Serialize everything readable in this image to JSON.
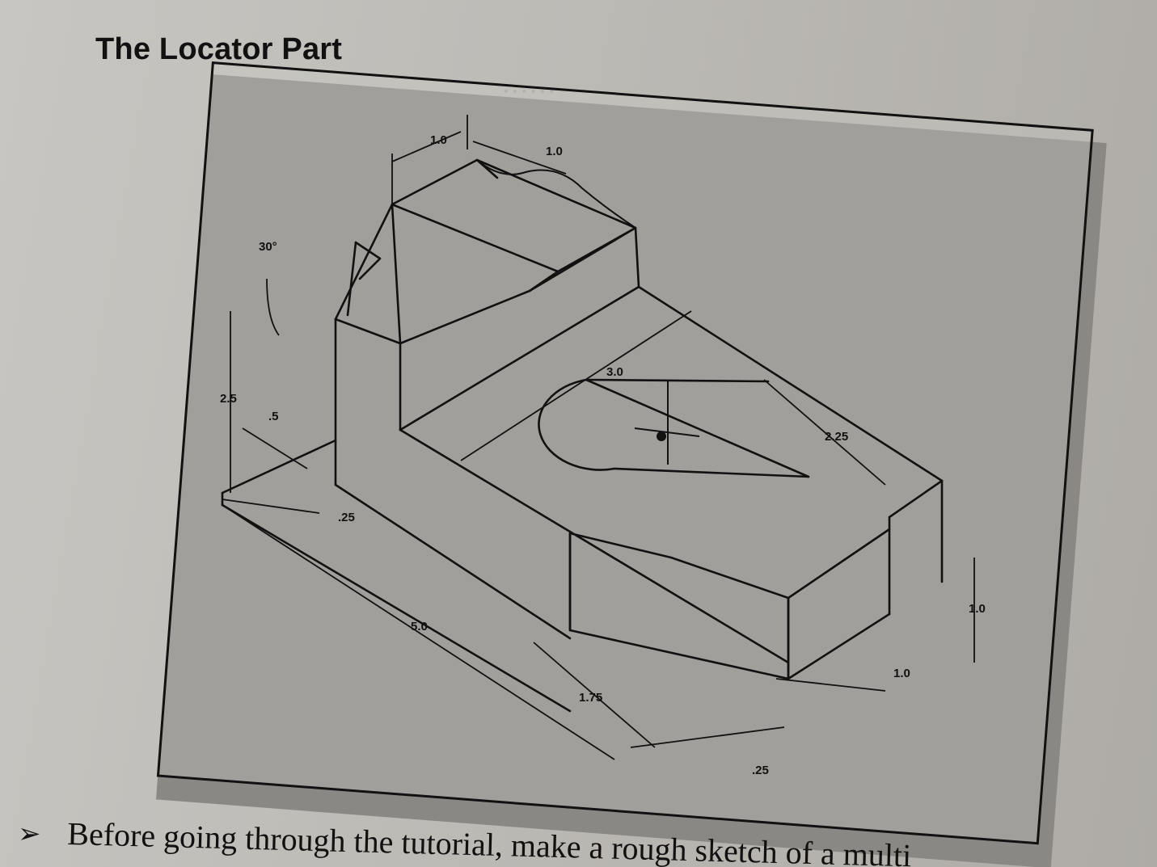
{
  "page": {
    "heading": "The Locator Part",
    "bullet_symbol": "➢",
    "bottom_text": "Before going through the tutorial, make a rough sketch of a multi"
  },
  "drawing": {
    "dimensions": {
      "top_width": "1.0",
      "top_depth": "1.0",
      "angle": "30°",
      "height_total": "2.5",
      "step_height": ".5",
      "base_thickness_left": ".25",
      "center_width": "3.0",
      "slot_length": "2.25",
      "length_total": "5.0",
      "front_block": "1.75",
      "base_thickness_right": ".25",
      "block_height": "1.0",
      "block_depth": "1.0"
    }
  },
  "colors": {
    "paper": "#c8c6c2",
    "ink": "#111111",
    "shadow": "#8a8884"
  }
}
